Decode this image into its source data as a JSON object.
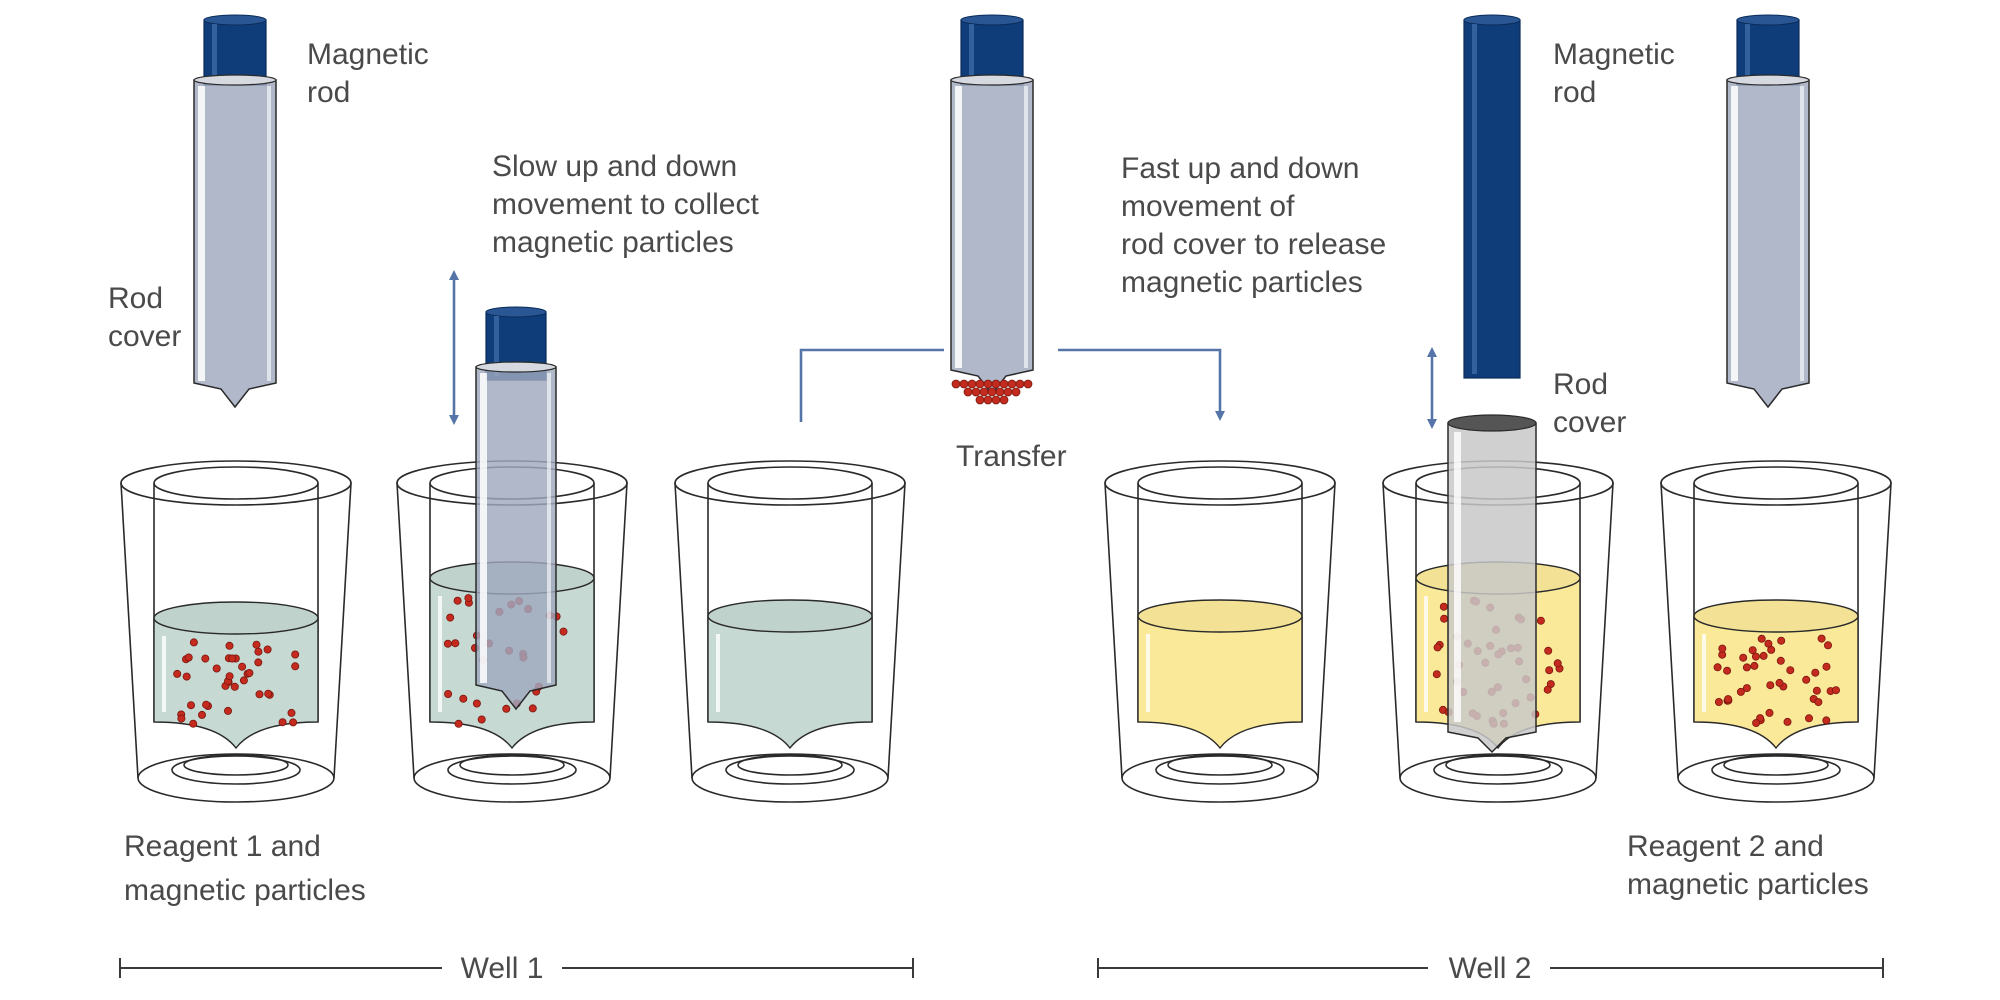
{
  "labels": {
    "magnetic_rod_left": [
      "Magnetic",
      "rod"
    ],
    "rod_cover_left": [
      "Rod",
      "cover"
    ],
    "slow_movement": [
      "Slow up and down",
      "movement to collect",
      "magnetic particles"
    ],
    "transfer": "Transfer",
    "fast_movement": [
      "Fast up and down",
      "movement of",
      "rod cover to release",
      "magnetic particles"
    ],
    "magnetic_rod_right": [
      "Magnetic",
      "rod"
    ],
    "rod_cover_right": [
      "Rod",
      "cover"
    ],
    "reagent1": [
      "Reagent 1 and",
      "magnetic particles"
    ],
    "reagent2": [
      "Reagent 2 and",
      "magnetic particles"
    ],
    "well1": "Well 1",
    "well2": "Well 2"
  },
  "colors": {
    "rod_blue": "#0f3d7a",
    "cover_grey": "#9fa8be",
    "liquid_green": "#c6d9d2",
    "liquid_yellow": "#fbe99a",
    "particle_red": "#c42a1e",
    "arrow_blue": "#5575a8"
  }
}
